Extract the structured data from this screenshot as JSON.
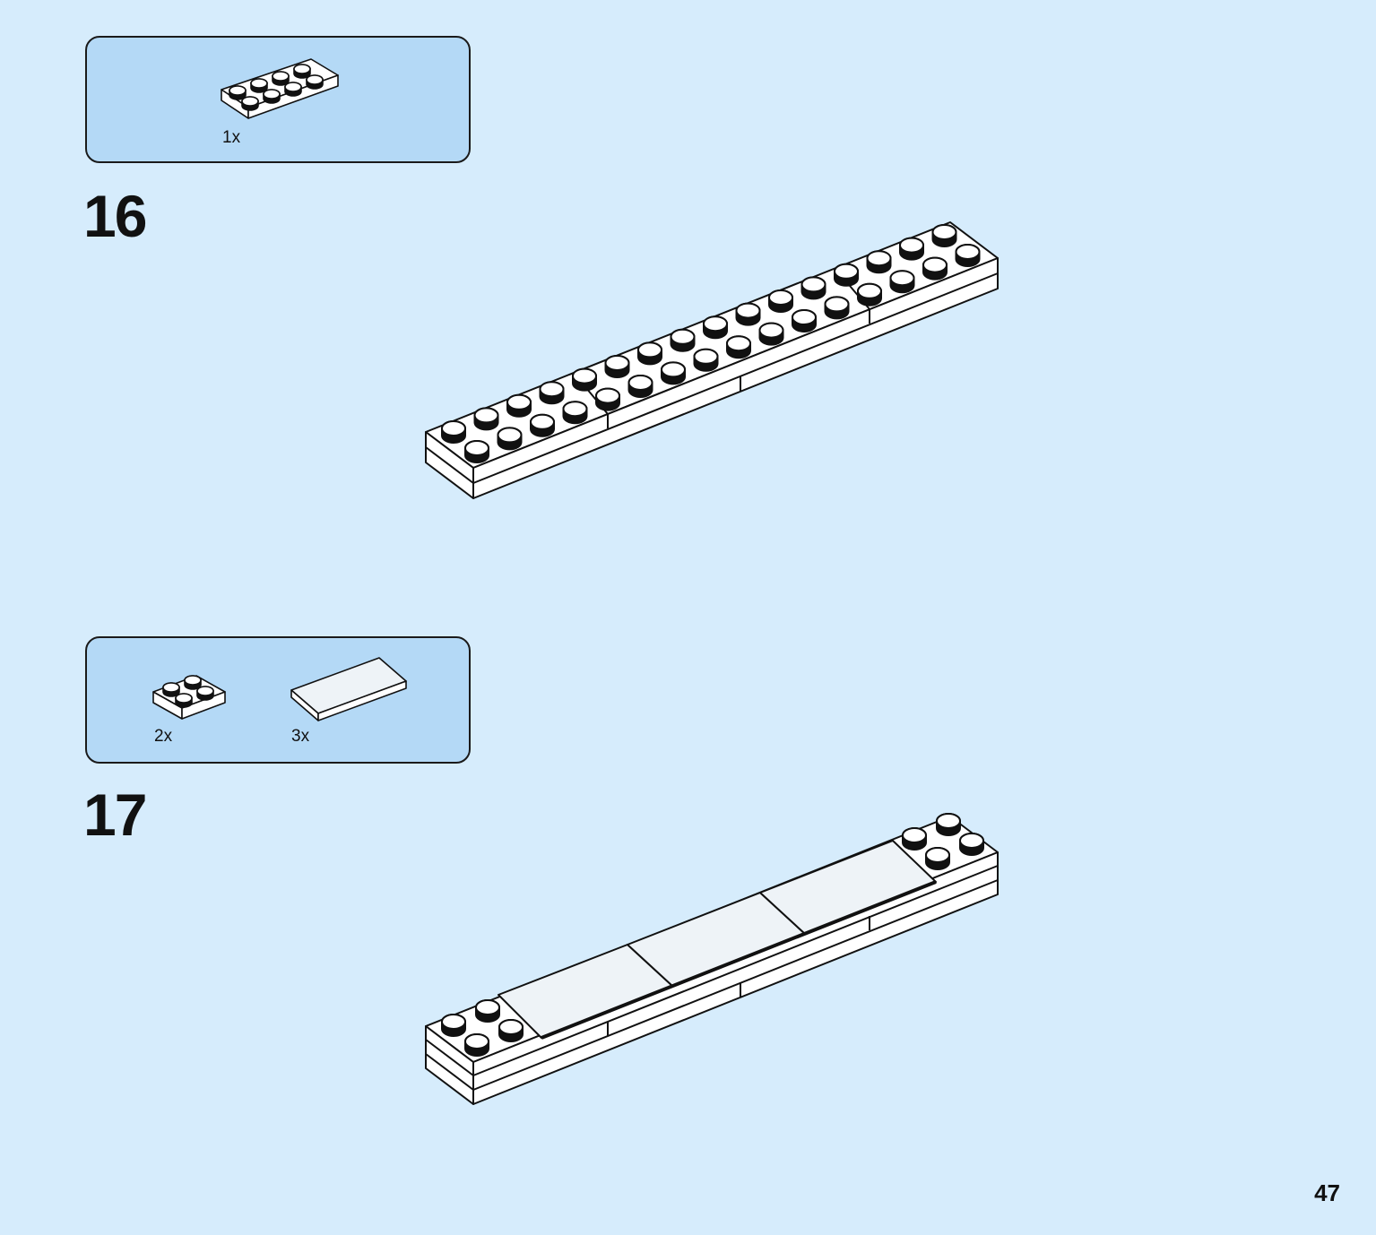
{
  "steps": [
    {
      "number": "16",
      "parts": [
        {
          "quantity": "1x",
          "part": "plate-2x4-icon"
        }
      ]
    },
    {
      "number": "17",
      "parts": [
        {
          "quantity": "2x",
          "part": "plate-2x2-icon"
        },
        {
          "quantity": "3x",
          "part": "tile-2x4-icon"
        }
      ]
    }
  ],
  "page_number": "47",
  "colors": {
    "background": "#d6ecfc",
    "callout": "#b4d9f6",
    "brick": "#ffffff",
    "tile": "#eef3f7",
    "outline": "#111111"
  }
}
